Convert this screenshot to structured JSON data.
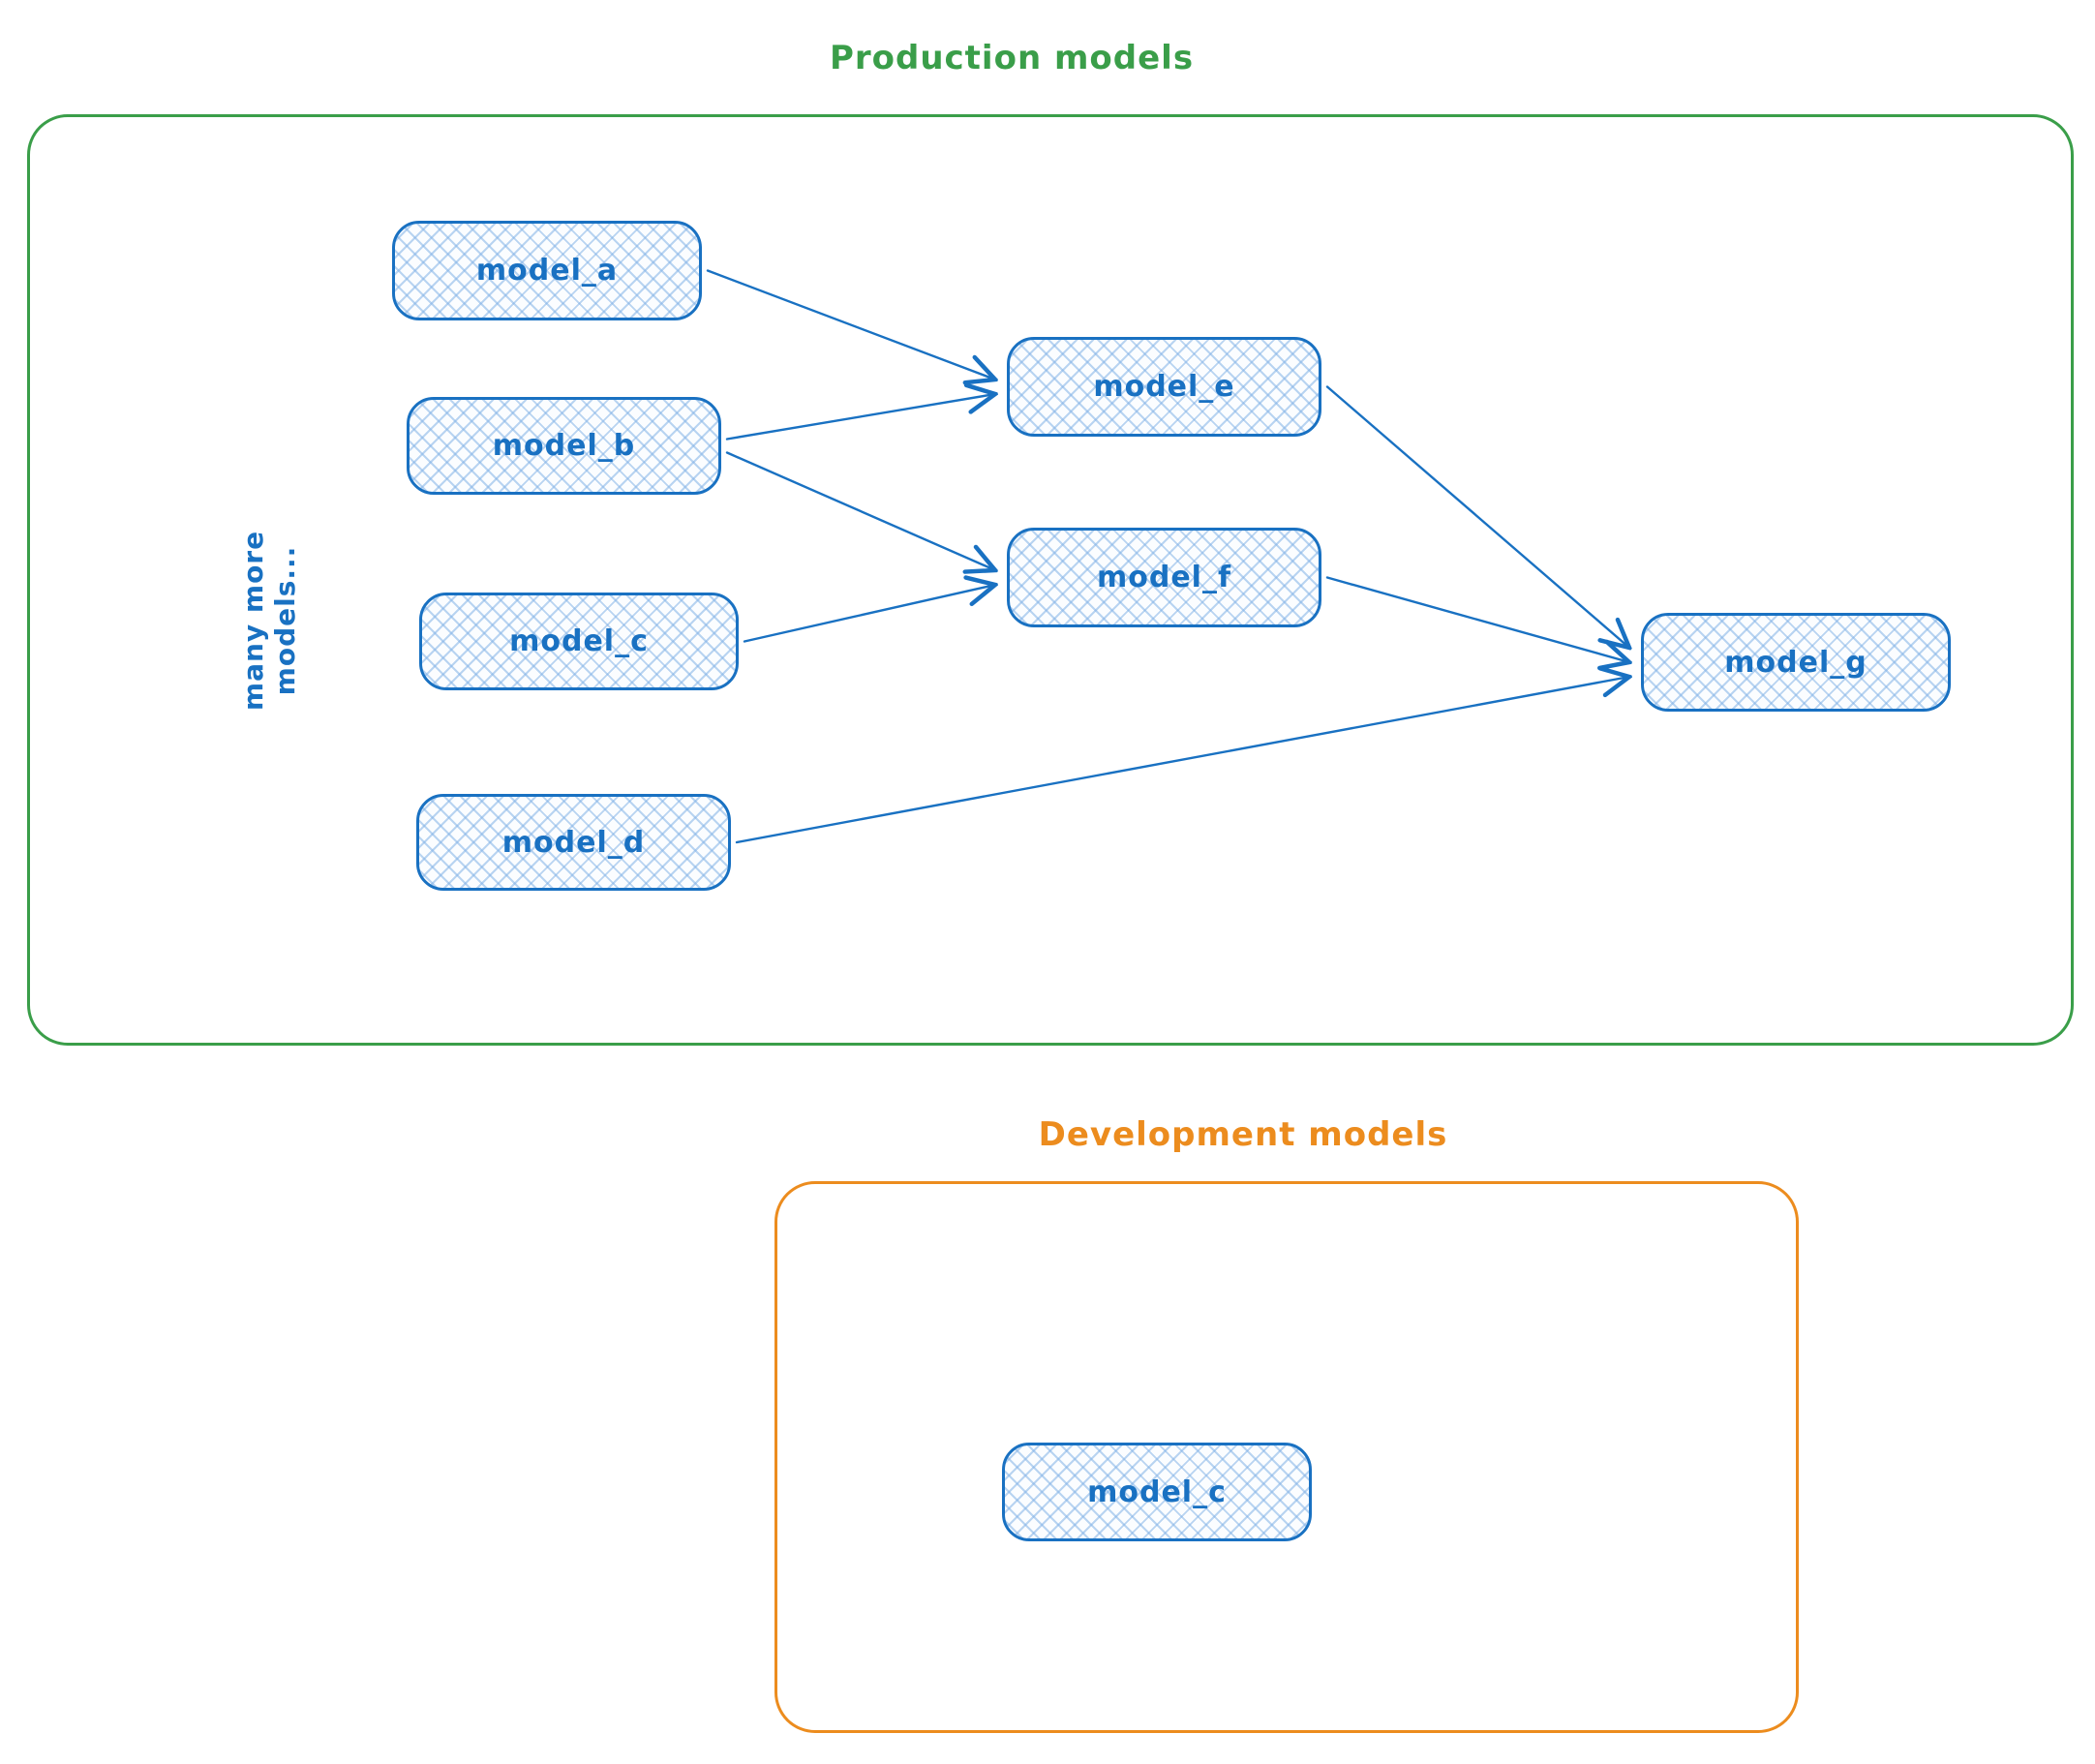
{
  "colors": {
    "green": "#3a9e49",
    "orange": "#ec8c1e",
    "blue": "#1971c2",
    "node_hatch": "#82b2e6"
  },
  "production": {
    "title": "Production models",
    "side_note": "many more models...",
    "nodes": [
      {
        "id": "model_a",
        "label": "model_a"
      },
      {
        "id": "model_b",
        "label": "model_b"
      },
      {
        "id": "model_c",
        "label": "model_c"
      },
      {
        "id": "model_d",
        "label": "model_d"
      },
      {
        "id": "model_e",
        "label": "model_e"
      },
      {
        "id": "model_f",
        "label": "model_f"
      },
      {
        "id": "model_g",
        "label": "model_g"
      }
    ],
    "edges": [
      {
        "from": "model_a",
        "to": "model_e"
      },
      {
        "from": "model_b",
        "to": "model_e"
      },
      {
        "from": "model_b",
        "to": "model_f"
      },
      {
        "from": "model_c",
        "to": "model_f"
      },
      {
        "from": "model_e",
        "to": "model_g"
      },
      {
        "from": "model_f",
        "to": "model_g"
      },
      {
        "from": "model_d",
        "to": "model_g"
      }
    ]
  },
  "development": {
    "title": "Development models",
    "nodes": [
      {
        "id": "dev_model_c",
        "label": "model_c"
      }
    ]
  }
}
